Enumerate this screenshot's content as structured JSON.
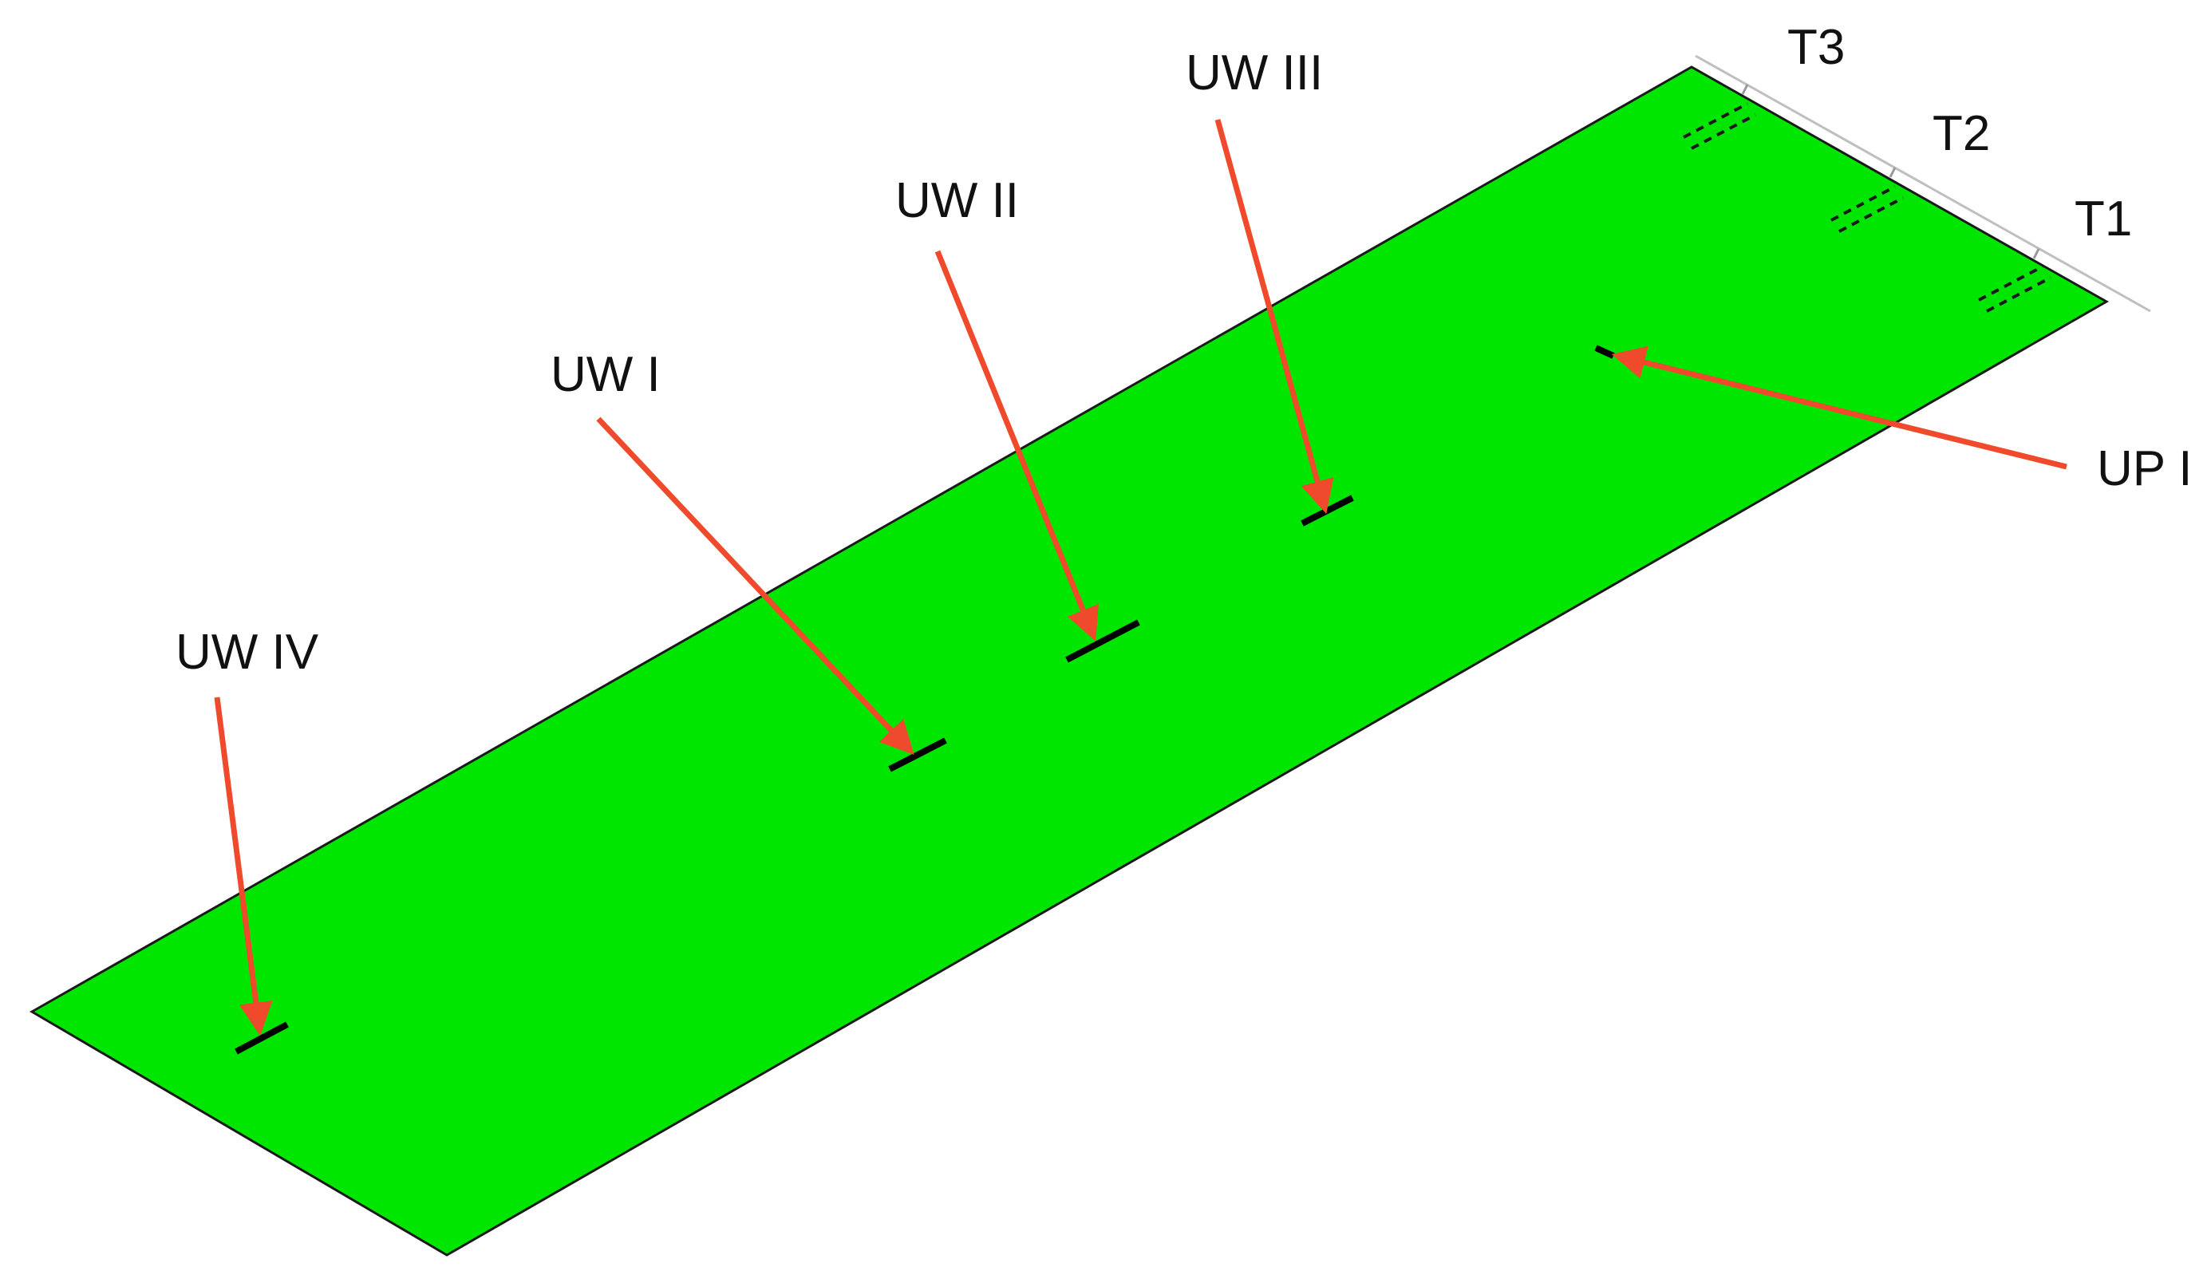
{
  "colors": {
    "surface": "#00e600",
    "outline": "#1a1a1a",
    "arrow": "#f04a2c",
    "marker": "#000000",
    "axis": "#bfbfbf"
  },
  "sensors": {
    "uw4": {
      "label": "UW IV"
    },
    "uw1": {
      "label": "UW I"
    },
    "uw2": {
      "label": "UW II"
    },
    "uw3": {
      "label": "UW III"
    },
    "up1": {
      "label": "UP I"
    }
  },
  "tracks": {
    "t1": {
      "label": "T1"
    },
    "t2": {
      "label": "T2"
    },
    "t3": {
      "label": "T3"
    }
  }
}
